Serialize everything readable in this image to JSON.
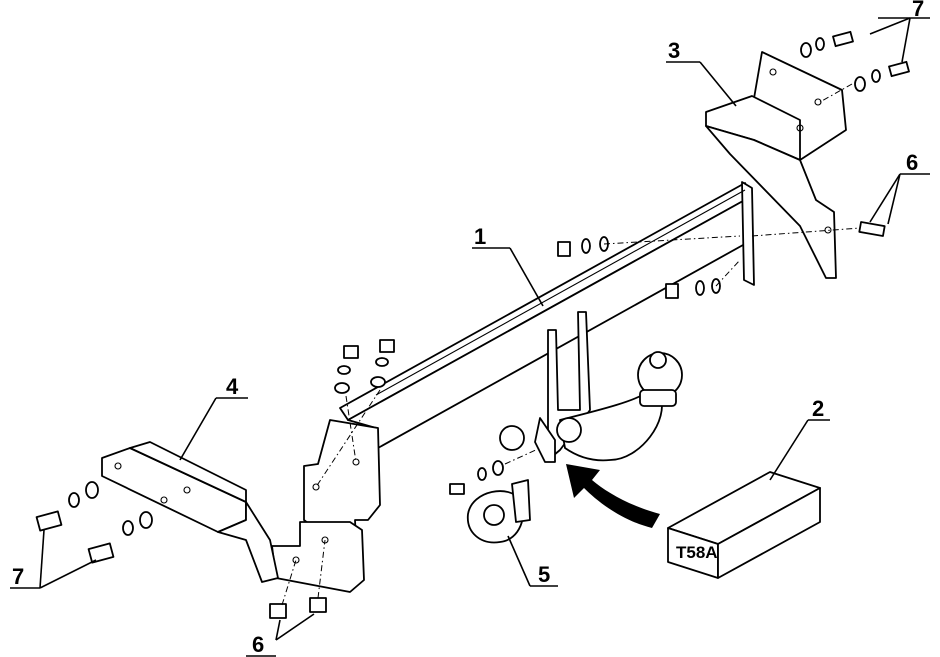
{
  "callouts": {
    "part_1": "1",
    "part_2": "2",
    "part_3": "3",
    "part_4": "4",
    "part_5": "5",
    "part_6_right": "6",
    "part_6_bottom": "6",
    "part_7_top": "7",
    "part_7_left": "7"
  },
  "box_label": "T58A",
  "colors": {
    "line": "#000000",
    "fill": "#ffffff",
    "arrow": "#000000"
  }
}
